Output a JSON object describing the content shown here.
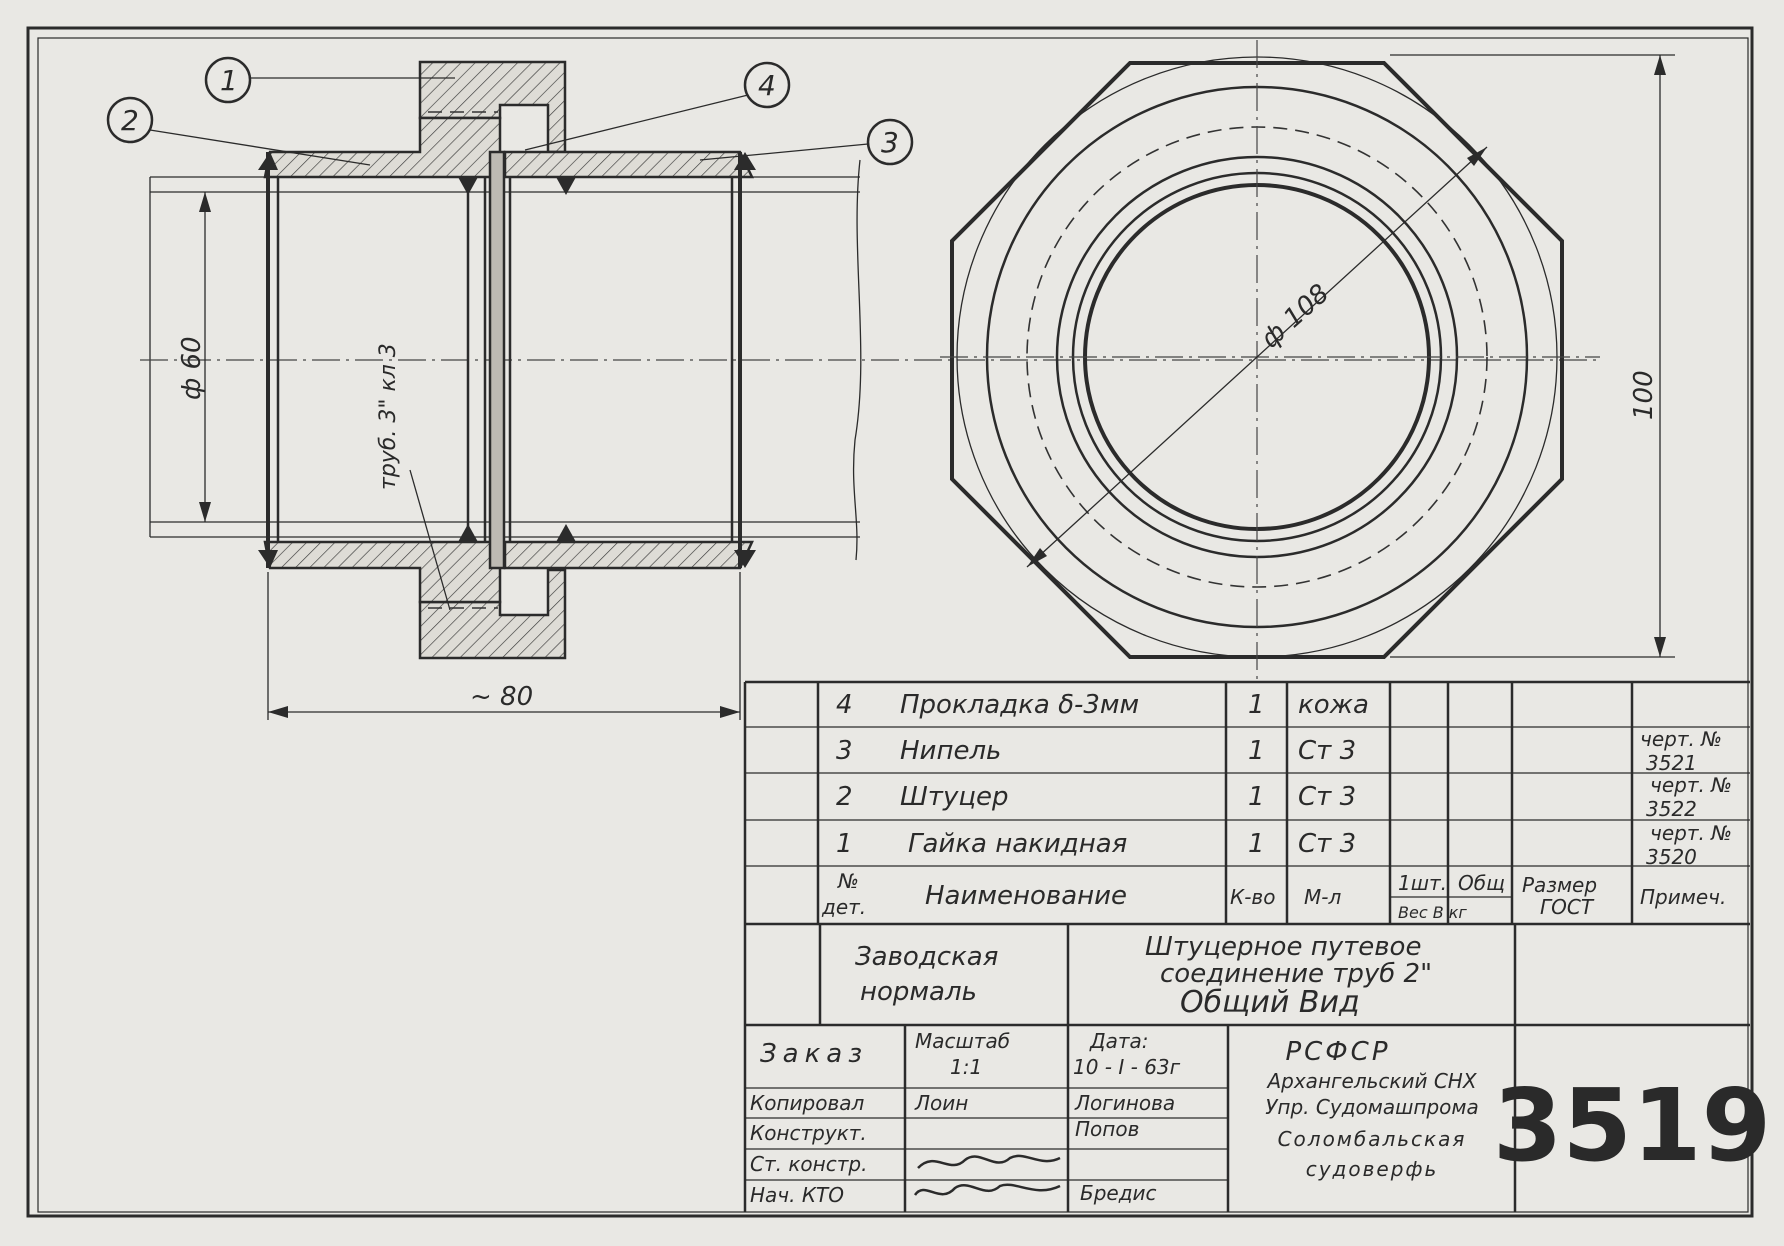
{
  "drawing": {
    "callouts": [
      "1",
      "2",
      "3",
      "4"
    ],
    "dimensions": {
      "dia_pipe": "ф 60",
      "dia_nut": "ф 108",
      "across_flats": "100",
      "length": "~ 80",
      "pipe_note": "труб. 3\" кл 3"
    }
  },
  "parts_list": {
    "rows": [
      {
        "no": "4",
        "name": "Прокладка δ-3мм",
        "qty": "1",
        "material": "кожа",
        "note": ""
      },
      {
        "no": "3",
        "name": "Нипель",
        "qty": "1",
        "material": "Ст 3",
        "note": "черт. №\n3521"
      },
      {
        "no": "2",
        "name": "Штуцер",
        "qty": "1",
        "material": "Ст 3",
        "note": "черт. №\n3522"
      },
      {
        "no": "1",
        "name": "Гайка накидная",
        "qty": "1",
        "material": "Ст 3",
        "note": "черт. №\n3520"
      }
    ],
    "header": {
      "no_line1": "№",
      "no_line2": "дет.",
      "name": "Наименование",
      "qty": "К-во",
      "material": "М-л",
      "weight_1": "1шт.",
      "weight_total": "Общ",
      "weight_label": "Вес В кг",
      "size_line1": "Размер",
      "size_line2": "ГОСТ",
      "note": "Примеч."
    },
    "note_rows": [
      {
        "line1": "черт. №",
        "line2": "3521"
      },
      {
        "line1": "черт. №",
        "line2": "3522"
      },
      {
        "line1": "черт. №",
        "line2": "3520"
      }
    ]
  },
  "title_block": {
    "standard_line1": "Заводская",
    "standard_line2": "нормаль",
    "title_line1": "Штуцерное путевое",
    "title_line2": "соединение труб 2\"",
    "title_line3": "Общий Вид",
    "order_label": "Заказ",
    "scale_label": "Масштаб",
    "scale_value": "1:1",
    "date_label": "Дата:",
    "date_value": "10 - I - 63г",
    "roles": [
      {
        "role": "Копировал",
        "signature": "Лоин",
        "name": "Логинова"
      },
      {
        "role": "Конструкт.",
        "signature": "",
        "name": "Попов"
      },
      {
        "role": "Ст. констр.",
        "signature": "signature",
        "name": ""
      },
      {
        "role": "Нач. КТО",
        "signature": "signature",
        "name": "Бредис"
      }
    ],
    "org_lines": [
      "РСФСР",
      "Архангельский СНХ",
      "Упр. Судомашпрома",
      "Соломбальская",
      "судоверфь"
    ],
    "drawing_number": "3519"
  }
}
